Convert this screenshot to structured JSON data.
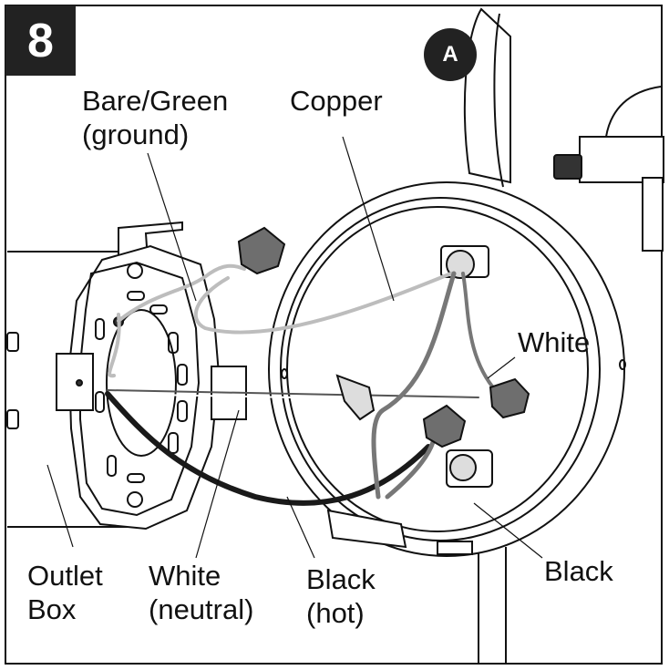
{
  "step_number": "8",
  "callout": "A",
  "labels": {
    "ground_line1": "Bare/Green",
    "ground_line2": "(ground)",
    "copper": "Copper",
    "white_right": "White",
    "outlet_line1": "Outlet",
    "outlet_line2": "Box",
    "neutral_line1": "White",
    "neutral_line2": "(neutral)",
    "hot_line1": "Black",
    "hot_line2": "(hot)",
    "black_right": "Black"
  },
  "colors": {
    "outline": "#111111",
    "black_wire": "#1a1a1a",
    "gray_wire": "#777777",
    "light_wire": "#bdbdbd",
    "connector": "#6e6e6e"
  }
}
